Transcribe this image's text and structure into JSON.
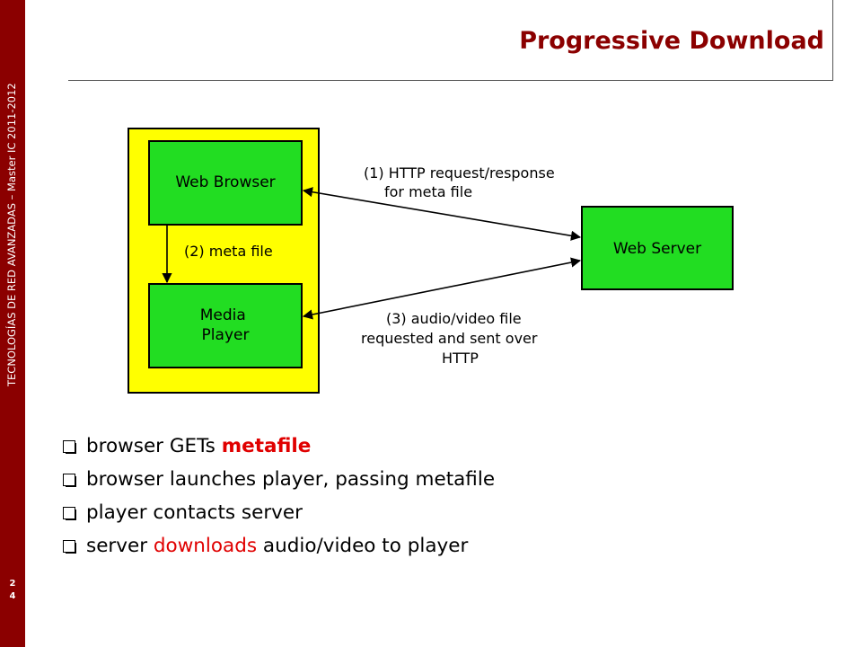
{
  "sidebar": {
    "text": "TECNOLOGÍAS DE RED AVANZADAS – Master  IC 2011-2012",
    "page_number": [
      "2",
      "4"
    ]
  },
  "title": "Progressive Download",
  "diagram": {
    "colors": {
      "client_area": "#ffff00",
      "box": "#22dd22",
      "border": "#000000"
    },
    "web_browser": "Web Browser",
    "media_player": [
      "Media",
      "Player"
    ],
    "web_server": "Web Server",
    "label_1": [
      "(1) HTTP request/response",
      "for meta file"
    ],
    "label_2": "(2)  meta file",
    "label_3": [
      "(3) audio/video file",
      "requested and sent over",
      "HTTP"
    ]
  },
  "bullets": [
    {
      "text": "browser GETs ",
      "highlight": "metafile",
      "after": ""
    },
    {
      "text": "browser launches player, passing metafile",
      "highlight": "",
      "after": ""
    },
    {
      "text": "player contacts server",
      "highlight": "",
      "after": ""
    },
    {
      "text": "server ",
      "highlight": "downloads",
      "after": " audio/video to player"
    }
  ],
  "colors": {
    "accent": "#8b0000",
    "highlight": "#e00000"
  }
}
